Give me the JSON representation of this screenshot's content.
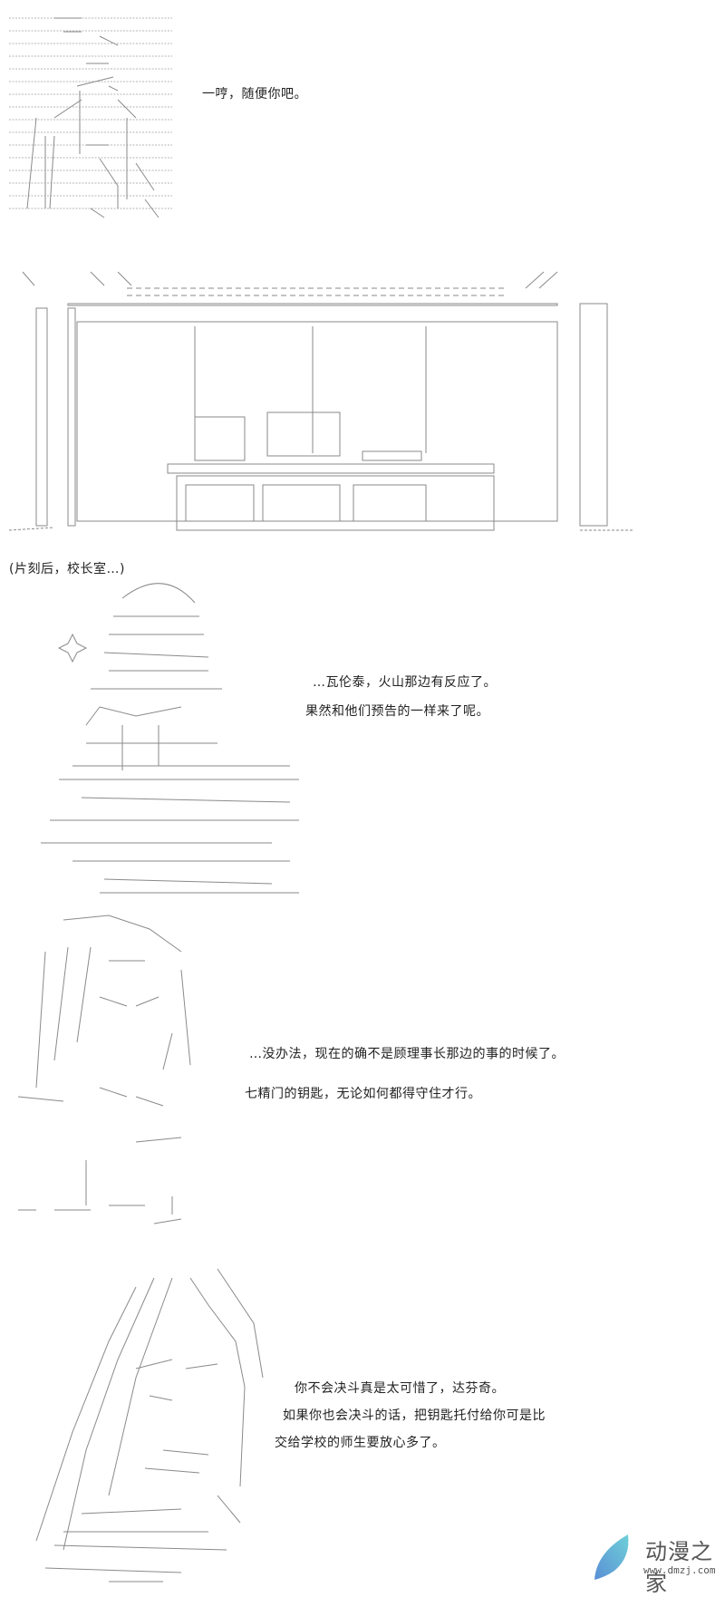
{
  "panels": [
    {
      "lines": [
        "一哼，随便你吧。"
      ]
    },
    {
      "caption": "(片刻后，校长室…)"
    },
    {
      "lines": [
        "…瓦伦泰，火山那边有反应了。",
        "果然和他们预告的一样来了呢。"
      ]
    },
    {
      "lines": [
        "…没办法，现在的确不是顾理事长那边的事的时候了。",
        "七精门的钥匙，无论如何都得守住才行。"
      ]
    },
    {
      "lines": [
        "你不会决斗真是太可惜了，达芬奇。",
        "如果你也会决斗的话，把钥匙托付给你可是比",
        "交给学校的师生要放心多了。"
      ]
    }
  ],
  "watermark": {
    "name": "动漫之家",
    "url": "www.dmzj.com",
    "color": "#4fb6d8"
  }
}
